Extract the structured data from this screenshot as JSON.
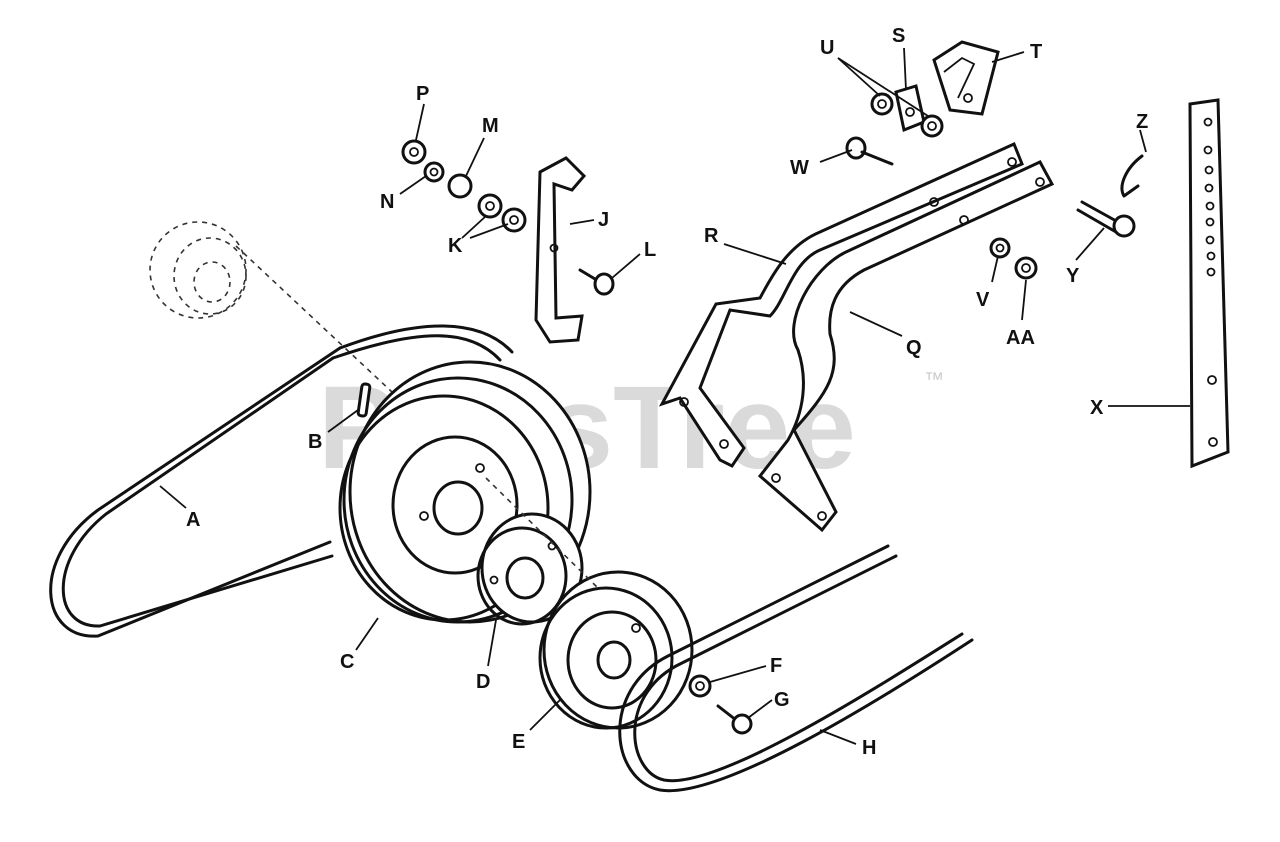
{
  "watermark": {
    "text": "PartsTree",
    "trademark": "™"
  },
  "labels": {
    "A": "A",
    "B": "B",
    "C": "C",
    "D": "D",
    "E": "E",
    "F": "F",
    "G": "G",
    "H": "H",
    "J": "J",
    "K": "K",
    "L": "L",
    "M": "M",
    "N": "N",
    "P": "P",
    "Q": "Q",
    "R": "R",
    "S": "S",
    "T": "T",
    "U": "U",
    "V": "V",
    "W": "W",
    "X": "X",
    "Y": "Y",
    "Z": "Z",
    "AA": "AA"
  }
}
